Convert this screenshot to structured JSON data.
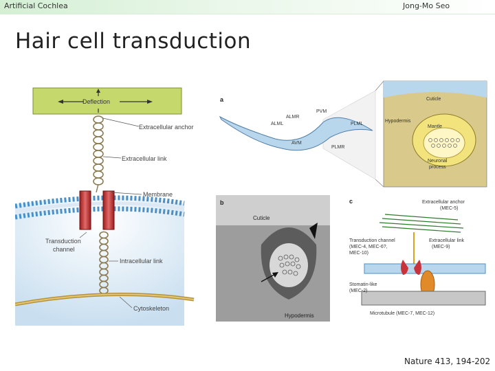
{
  "header": {
    "left": "Artificial Cochlea",
    "right": "Jong-Mo Seo"
  },
  "slide": {
    "title": "Hair cell transduction"
  },
  "figure_left": {
    "deflection": "Deflection",
    "extracellular_anchor": "Extracellular anchor",
    "extracellular_link": "Extracellular link",
    "membrane": "Membrane",
    "transduction_channel_1": "Transduction",
    "transduction_channel_2": "channel",
    "intracellular_link": "Intracellular link",
    "cytoskeleton": "Cytoskeleton"
  },
  "figure_right": {
    "panel_a": "a",
    "panel_b": "b",
    "panel_c": "c",
    "pvm": "PVM",
    "almr": "ALMR",
    "alml": "ALML",
    "avm": "AVM",
    "plml": "PLML",
    "plmr": "PLMR",
    "cuticle_a": "Cuticle",
    "hypodermis_a": "Hypodermis",
    "mantle": "Mantle",
    "neuronal_1": "Neuronal",
    "neuronal_2": "process",
    "cuticle_b": "Cuticle",
    "hypodermis_b": "Hypodermis",
    "ext_anchor_1": "Extracellular anchor",
    "ext_anchor_2": "(MEC-5)",
    "td_channel_1": "Transduction channel",
    "td_channel_2": "(MEC-4, MEC-6?,",
    "td_channel_3": "MEC-10)",
    "ext_link_1": "Extracellular link",
    "ext_link_2": "(MEC-9)",
    "stomatin_1": "Stomatin-like",
    "stomatin_2": "(MEC-2)",
    "microtubule": "Microtubule (MEC-7, MEC-12)"
  },
  "footer": {
    "citation": "Nature 413, 194-202"
  }
}
